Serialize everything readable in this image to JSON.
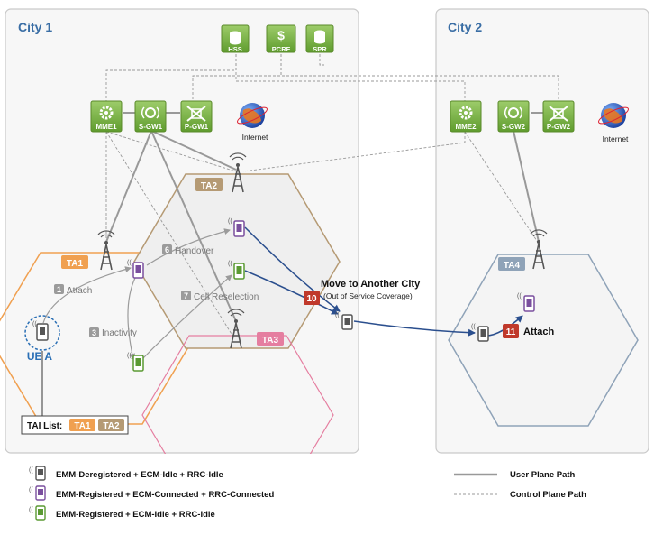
{
  "regions": {
    "city1": "City 1",
    "city2": "City 2"
  },
  "nodes": {
    "hss": "HSS",
    "pcrf": "PCRF",
    "spr": "SPR",
    "mme1": "MME1",
    "sgw1": "S-GW1",
    "pgw1": "P-GW1",
    "internet1": "Internet",
    "mme2": "MME2",
    "sgw2": "S-GW2",
    "pgw2": "P-GW2",
    "internet2": "Internet"
  },
  "tracking_areas": {
    "ta1": "TA1",
    "ta2": "TA2",
    "ta3": "TA3",
    "ta4": "TA4"
  },
  "steps": [
    {
      "num": "1",
      "label": "Attach"
    },
    {
      "num": "3",
      "label": "Inactivity"
    },
    {
      "num": "6",
      "label": "Handover"
    },
    {
      "num": "7",
      "label": "Cell Reselection"
    },
    {
      "num": "10",
      "label": "Move to Another City",
      "sub": "(Out of Service Coverage)"
    },
    {
      "num": "11",
      "label": "Attach"
    }
  ],
  "ue_label": "UE A",
  "tai_list": {
    "label": "TAI List:",
    "items": [
      "TA1",
      "TA2"
    ]
  },
  "legend": {
    "states": [
      {
        "label": "EMM-Deregistered + ECM-Idle + RRC-Idle",
        "color": "#555555"
      },
      {
        "label": "EMM-Registered + ECM-Connected + RRC-Connected",
        "color": "#7a4f9e"
      },
      {
        "label": "EMM-Registered + ECM-Idle + RRC-Idle",
        "color": "#5a9a32"
      }
    ],
    "paths": [
      {
        "label": "User Plane Path"
      },
      {
        "label": "Control Plane Path"
      }
    ]
  },
  "colors": {
    "city_title": "#3a6ea5",
    "node_green": "#7db64a",
    "ta1": "#f0a050",
    "ta2": "#b59a74",
    "ta3": "#e57ea0",
    "ta4": "#8fa3b8",
    "step_gray": "#9b9b9b",
    "step_red": "#c0392b",
    "arrow_blue": "#2b4f8e"
  }
}
